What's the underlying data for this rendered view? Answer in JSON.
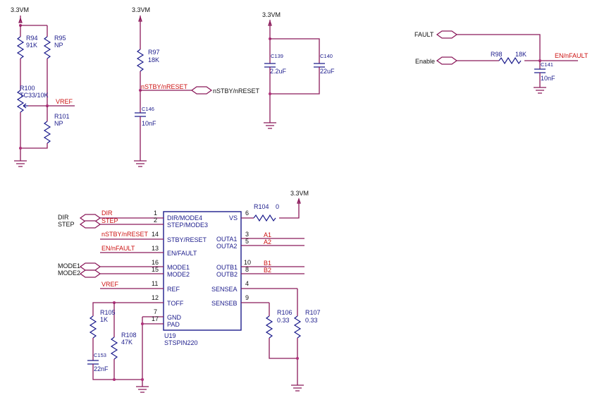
{
  "supply": {
    "label": "3.3VM"
  },
  "resistors": {
    "r94": {
      "ref": "R94",
      "value": "91K"
    },
    "r95": {
      "ref": "R95",
      "value": "NP"
    },
    "r100": {
      "ref": "R100",
      "value": "TC33/10K"
    },
    "r101": {
      "ref": "R101",
      "value": "NP"
    },
    "r97": {
      "ref": "R97",
      "value": "18K"
    },
    "r98": {
      "ref": "R98",
      "value": "18K"
    },
    "r104": {
      "ref": "R104",
      "value": "0"
    },
    "r105": {
      "ref": "R105",
      "value": "1K"
    },
    "r108": {
      "ref": "R108",
      "value": "47K"
    },
    "r106": {
      "ref": "R106",
      "value": "0.33"
    },
    "r107": {
      "ref": "R107",
      "value": "0.33"
    }
  },
  "capacitors": {
    "c146": {
      "ref": "C146",
      "value": "10nF"
    },
    "c139": {
      "ref": "C139",
      "value": "2.2uF"
    },
    "c140": {
      "ref": "C140",
      "value": "22uF"
    },
    "c141": {
      "ref": "C141",
      "value": "10nF"
    },
    "c153": {
      "ref": "C153",
      "value": "22nF"
    }
  },
  "nets": {
    "vref": "VREF",
    "nstby_reset": "nSTBY/nRESET",
    "fault": "FAULT",
    "enable": "Enable",
    "en_nfault": "EN/nFAULT",
    "dir": "DIR",
    "step": "STEP",
    "mode1": "MODE1",
    "mode2": "MODE2",
    "a1": "A1",
    "a2": "A2",
    "b1": "B1",
    "b2": "B2"
  },
  "ic": {
    "ref": "U19",
    "part": "STSPIN220",
    "left_pins": [
      {
        "num": "1",
        "name": "DIR/MODE4"
      },
      {
        "num": "2",
        "name": "STEP/MODE3"
      },
      {
        "num": "14",
        "name": "STBY/RESET"
      },
      {
        "num": "13",
        "name": "EN/FAULT"
      },
      {
        "num": "16",
        "name": "MODE1"
      },
      {
        "num": "15",
        "name": "MODE2"
      },
      {
        "num": "11",
        "name": "REF"
      },
      {
        "num": "12",
        "name": "TOFF"
      },
      {
        "num": "7",
        "name": "GND"
      },
      {
        "num": "17",
        "name": "PAD"
      }
    ],
    "right_pins": [
      {
        "num": "6",
        "name": "VS"
      },
      {
        "num": "3",
        "name": "OUTA1"
      },
      {
        "num": "5",
        "name": "OUTA2"
      },
      {
        "num": "10",
        "name": "OUTB1"
      },
      {
        "num": "8",
        "name": "OUTB2"
      },
      {
        "num": "4",
        "name": "SENSEA"
      },
      {
        "num": "9",
        "name": "SENSEB"
      }
    ]
  }
}
